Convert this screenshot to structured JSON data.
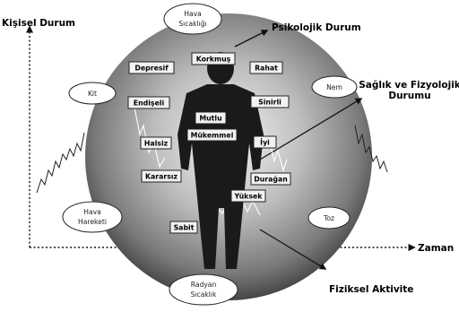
{
  "axes": {
    "y_label": "Kişisel Durum",
    "x_label": "Zaman"
  },
  "outer_labels": {
    "psychological": "Psikolojik Durum",
    "health_line1": "Sağlık ve Fizyolojik",
    "health_line2": "Durumu",
    "physical": "Fiziksel Aktivite"
  },
  "factors": {
    "top_line1": "Hava",
    "top_line2": "Sıcaklığı",
    "left_top": "Kit",
    "right_top": "Nem",
    "left_bottom_line1": "Hava",
    "left_bottom_line2": "Hareketi",
    "right_bottom": "Toz",
    "bottom_line1": "Radyan",
    "bottom_line2": "Sıcaklık"
  },
  "states": {
    "depresif": "Depresif",
    "korkmus": "Korkmuş",
    "rahat": "Rahat",
    "endiseli": "Endişeli",
    "sinirli": "Sinirli",
    "mutlu": "Mutlu",
    "mukemmel": "Mükemmel",
    "halsiz": "Halsiz",
    "iyi": "İyi",
    "duragan": "Durağan",
    "kararsiz": "Kararsız",
    "yuksek": "Yüksek",
    "sabit": "Sabit"
  },
  "colors": {
    "disc_light": "#d9d9d9",
    "disc_dark": "#4a4a4a",
    "figure": "#1a1a1a",
    "box_fill": "#f2f2f2"
  }
}
